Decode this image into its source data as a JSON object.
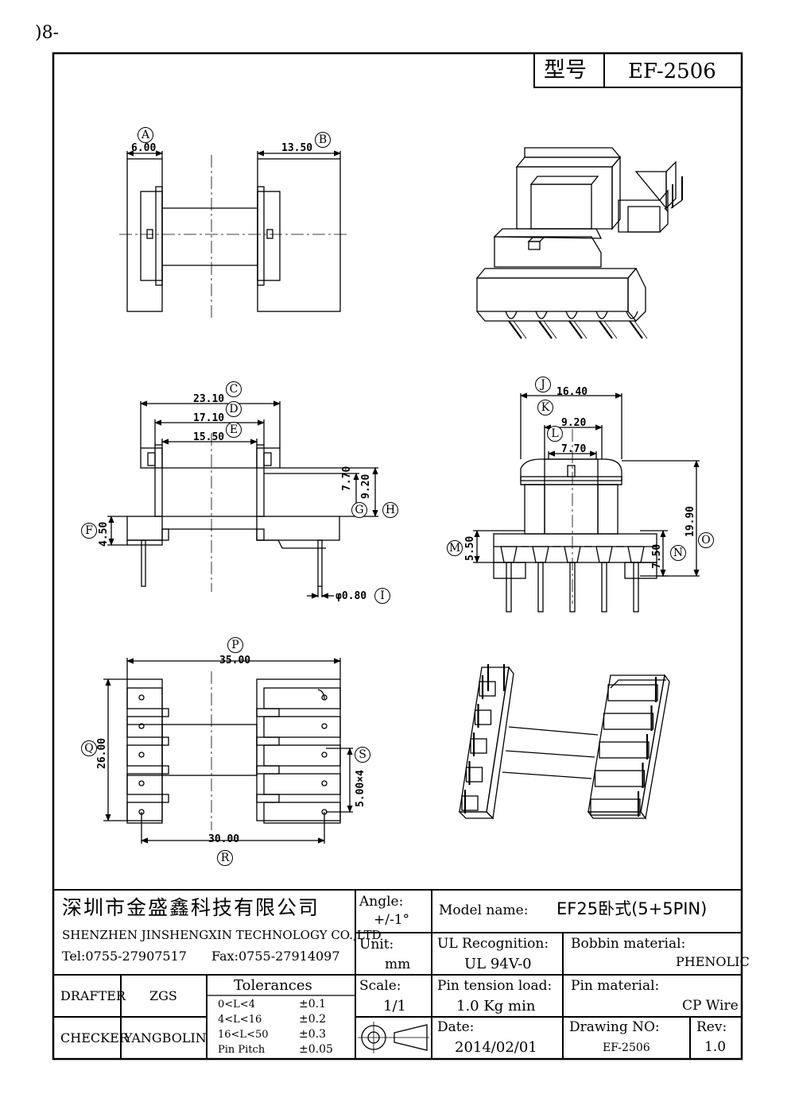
{
  "corner_fragment": ")8-",
  "header": {
    "type_label": "型号",
    "type_value": "EF-2506"
  },
  "callouts": {
    "A": "A",
    "B": "B",
    "C": "C",
    "D": "D",
    "E": "E",
    "F": "F",
    "G": "G",
    "H": "H",
    "I": "I",
    "J": "J",
    "K": "K",
    "L": "L",
    "M": "M",
    "N": "N",
    "O": "O",
    "P": "P",
    "Q": "Q",
    "R": "R",
    "S": "S"
  },
  "dims": {
    "A": "6.00",
    "B": "13.50",
    "C": "23.10",
    "D": "17.10",
    "E": "15.50",
    "F": "4.50",
    "G": "7.70",
    "H": "9.20",
    "I": "φ0.80",
    "J": "16.40",
    "K": "9.20",
    "L": "7.70",
    "M": "5.50",
    "N": "7.50",
    "O": "19.90",
    "P": "35.00",
    "Q": "26.00",
    "R": "30.00",
    "S": "5.00×4"
  },
  "title_block": {
    "company_cn": "深圳市金盛鑫科技有限公司",
    "company_en": "SHENZHEN JINSHENGXIN TECHNOLOGY CO.,LTD",
    "tel": "Tel:0755-27907517",
    "fax": "Fax:0755-27914097",
    "drafter_label": "DRAFTER",
    "drafter": "ZGS",
    "checker_label": "CHECKER",
    "checker": "YANGBOLIN",
    "tolerances_title": "Tolerances",
    "tolerances": [
      {
        "range": "0<L<4",
        "value": "±0.1"
      },
      {
        "range": "4<L<16",
        "value": "±0.2"
      },
      {
        "range": "16<L<50",
        "value": "±0.3"
      },
      {
        "range": "Pin Pitch",
        "value": "±0.05"
      }
    ],
    "angle_label": "Angle:",
    "angle": "+/-1°",
    "unit_label": "Unit:",
    "unit": "mm",
    "scale_label": "Scale:",
    "scale": "1/1",
    "model_label": "Model name:",
    "model": "EF25卧式(5+5PIN)",
    "ul_label": "UL Recognition:",
    "ul": "UL 94V-0",
    "bobbin_label": "Bobbin material:",
    "bobbin": "PHENOLIC",
    "pin_tension_label": "Pin tension load:",
    "pin_tension": "1.0 Kg min",
    "pin_material_label": "Pin material:",
    "pin_material": "CP Wire",
    "date_label": "Date:",
    "date": "2014/02/01",
    "drawing_no_label": "Drawing NO:",
    "drawing_no": "EF-2506",
    "rev_label": "Rev:",
    "rev": "1.0"
  }
}
